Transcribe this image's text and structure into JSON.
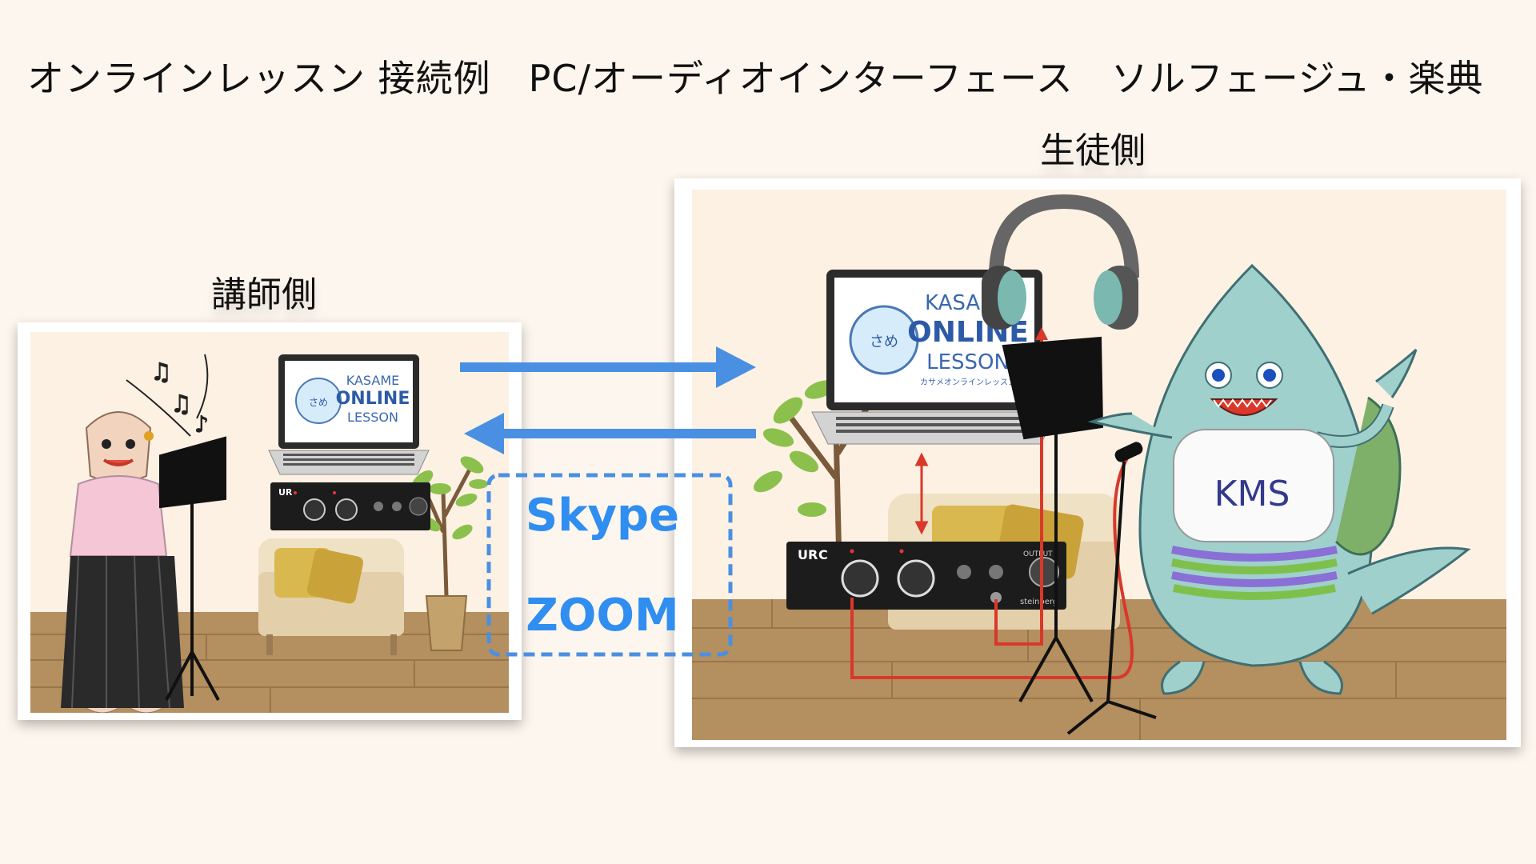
{
  "title": "オンラインレッスン 接続例　PC/オーディオインターフェース　ソルフェージュ・楽典",
  "teacher_side": {
    "label": "講師側"
  },
  "student_side": {
    "label": "生徒側"
  },
  "software": {
    "line1": "Skype",
    "line2": "ZOOM"
  },
  "laptop_logo": {
    "line1": "KASAME",
    "line2": "ONLINE",
    "line3": "LESSON",
    "subtitle": "カサメオンラインレッスン",
    "badge": "さめ"
  },
  "interface": {
    "model": "UR",
    "model_suffix": "C",
    "brand": "steinberg",
    "output_label": "OUTPUT"
  },
  "shirt": {
    "text": "KMS"
  },
  "colors": {
    "arrow_blue": "#4a90e2",
    "cable_red": "#d9382a",
    "wall": "#fcf1e3",
    "floor": "#b48f5f",
    "software_text": "#2f8ef0"
  }
}
